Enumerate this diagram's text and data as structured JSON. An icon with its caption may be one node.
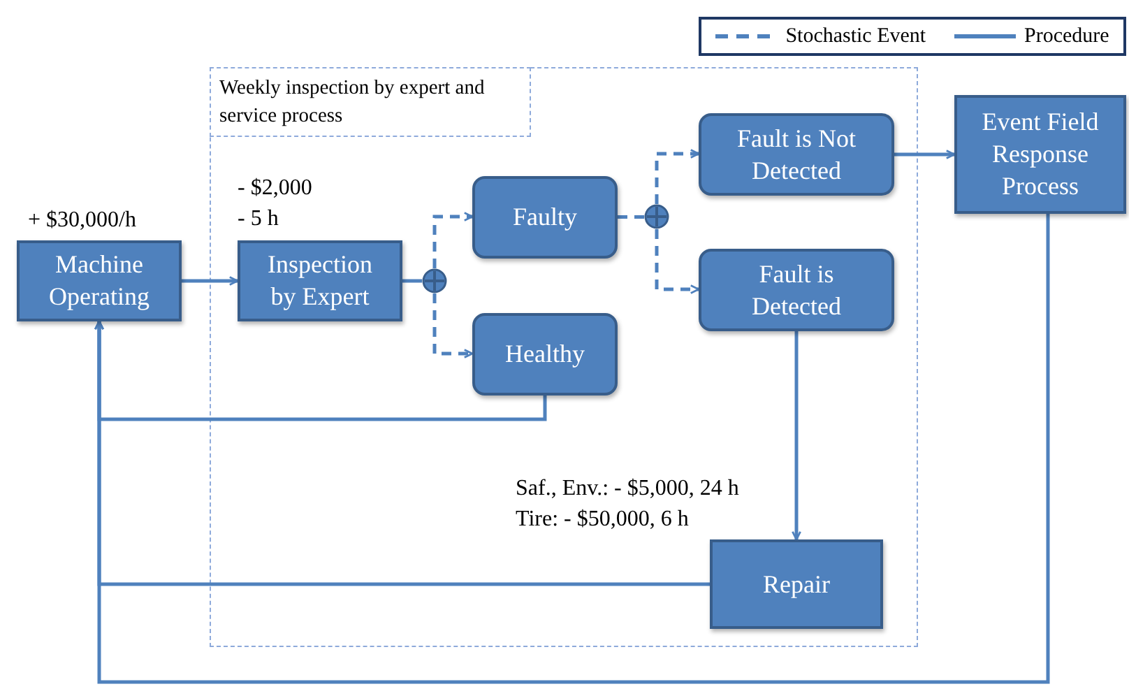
{
  "diagram": {
    "nodes": [
      {
        "text": [
          "Weekly inspection by expert and service process"
        ]
      },
      {
        "text": [
          "Machine Operating"
        ],
        "beside": [
          "+ $30,000/h"
        ]
      },
      {
        "text": [
          "Inspection by Expert"
        ],
        "in": 0,
        "beside": [
          "- $2,000",
          "- 5 h"
        ]
      },
      {
        "text": [],
        "shape": "circle",
        "in": 0
      },
      {
        "text": [
          "Faulty"
        ],
        "in": 0
      },
      {
        "text": [
          "Healthy"
        ],
        "in": 0
      },
      {
        "text": [],
        "shape": "circle",
        "in": 0
      },
      {
        "text": [
          "Fault is Not Detected"
        ],
        "in": 0
      },
      {
        "text": [
          "Fault is Detected"
        ],
        "in": 0
      },
      {
        "text": [
          "Repair"
        ],
        "in": 0,
        "beside": [
          "Saf., Env.: - $5,000, 24 h",
          "Tire: - $50,000, 6 h"
        ]
      },
      {
        "text": [
          "Event Field Response Process"
        ]
      }
    ],
    "edges": [
      {
        "from": 1,
        "to": 2,
        "arrow": "to"
      },
      {
        "from": 2,
        "to": 3,
        "arrow": "none"
      },
      {
        "from": 3,
        "to": 4,
        "arrow": "to",
        "style": "dashed"
      },
      {
        "from": 3,
        "to": 5,
        "arrow": "to",
        "style": "dashed"
      },
      {
        "from": 4,
        "to": 6,
        "arrow": "none",
        "style": "dashed"
      },
      {
        "from": 6,
        "to": 7,
        "arrow": "to",
        "style": "dashed"
      },
      {
        "from": 6,
        "to": 8,
        "arrow": "to",
        "style": "dashed"
      },
      {
        "from": 7,
        "to": 10,
        "arrow": "to"
      },
      {
        "from": 8,
        "to": 9,
        "arrow": "to"
      },
      {
        "from": 5,
        "to": 1,
        "arrow": "to"
      },
      {
        "from": 9,
        "to": 1,
        "arrow": "to"
      },
      {
        "from": 10,
        "to": 1,
        "arrow": "to"
      }
    ],
    "legend": [
      {
        "text": "Stochastic Event"
      },
      {
        "text": "Procedure"
      }
    ]
  }
}
